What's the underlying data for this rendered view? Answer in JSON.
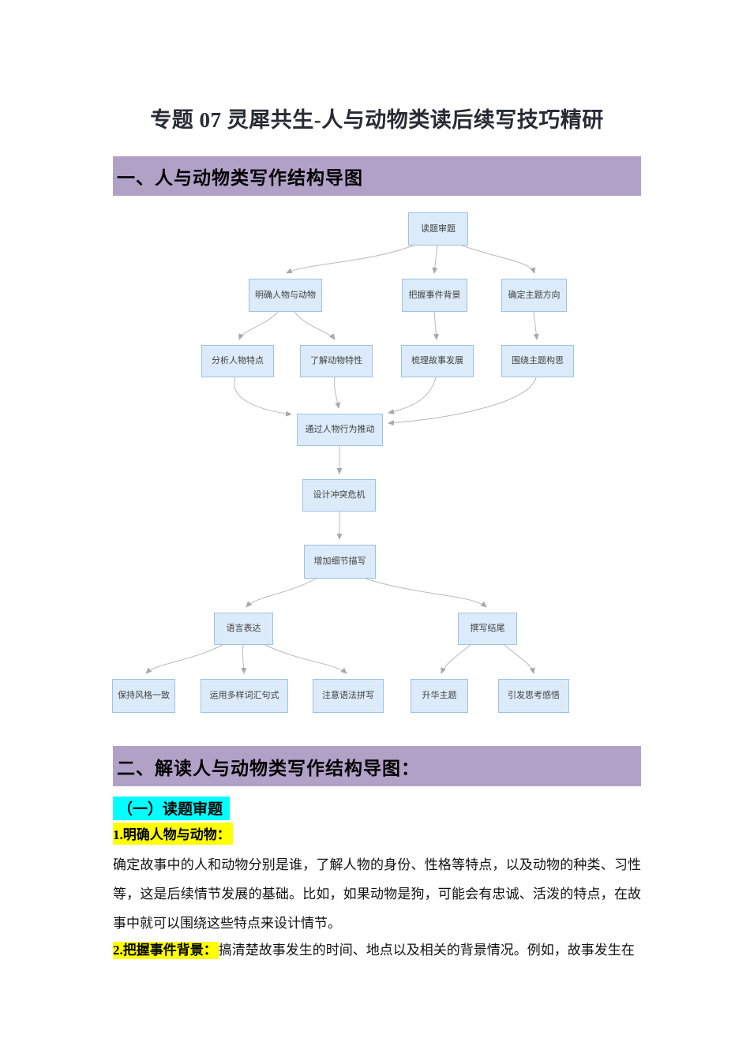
{
  "page": {
    "title": "专题 07 灵犀共生-人与动物类读后续写技巧精研"
  },
  "sections": [
    {
      "heading": "一、人与动物类写作结构导图"
    },
    {
      "heading": "二、解读人与动物类写作结构导图："
    }
  ],
  "diagram": {
    "nodes": {
      "read_question": {
        "label": "读题审题"
      },
      "identify_characters": {
        "label": "明确人物与动物"
      },
      "grasp_background": {
        "label": "把握事件背景"
      },
      "determine_theme": {
        "label": "确定主题方向"
      },
      "analyze_character": {
        "label": "分析人物特点"
      },
      "understand_animal": {
        "label": "了解动物特性"
      },
      "sort_story": {
        "label": "梳理故事发展"
      },
      "theme_conception": {
        "label": "围绕主题构思"
      },
      "drive_by_behavior": {
        "label": "通过人物行为推动"
      },
      "design_conflict": {
        "label": "设计冲突危机"
      },
      "add_details": {
        "label": "增加细节描写"
      },
      "language": {
        "label": "语言表达"
      },
      "write_ending": {
        "label": "撰写结尾"
      },
      "keep_style": {
        "label": "保持风格一致"
      },
      "varied_vocab": {
        "label": "运用多样词汇句式"
      },
      "grammar_spelling": {
        "label": "注意语法拼写"
      },
      "sublimate_theme": {
        "label": "升华主题"
      },
      "provoke_thought": {
        "label": "引发思考感悟"
      }
    },
    "edges": [
      [
        "read_question",
        "identify_characters"
      ],
      [
        "read_question",
        "grasp_background"
      ],
      [
        "read_question",
        "determine_theme"
      ],
      [
        "identify_characters",
        "analyze_character"
      ],
      [
        "identify_characters",
        "understand_animal"
      ],
      [
        "grasp_background",
        "sort_story"
      ],
      [
        "determine_theme",
        "theme_conception"
      ],
      [
        "analyze_character",
        "drive_by_behavior"
      ],
      [
        "understand_animal",
        "drive_by_behavior"
      ],
      [
        "sort_story",
        "drive_by_behavior"
      ],
      [
        "theme_conception",
        "drive_by_behavior"
      ],
      [
        "drive_by_behavior",
        "design_conflict"
      ],
      [
        "design_conflict",
        "add_details"
      ],
      [
        "add_details",
        "language"
      ],
      [
        "add_details",
        "write_ending"
      ],
      [
        "language",
        "keep_style"
      ],
      [
        "language",
        "varied_vocab"
      ],
      [
        "language",
        "grammar_spelling"
      ],
      [
        "write_ending",
        "sublimate_theme"
      ],
      [
        "write_ending",
        "provoke_thought"
      ]
    ]
  },
  "content": {
    "subheading": "（一）读题审题",
    "items": [
      {
        "label": "1.明确人物与动物：",
        "text": "确定故事中的人和动物分别是谁，了解人物的身份、性格等特点，以及动物的种类、习性等，这是后续情节发展的基础。比如，如果动物是狗，可能会有忠诚、活泼的特点，在故事中就可以围绕这些特点来设计情节。"
      },
      {
        "label": "2.把握事件背景：",
        "text": "搞清楚故事发生的时间、地点以及相关的背景情况。例如，故事发生在"
      }
    ]
  },
  "colors": {
    "banner": "#b2a1c7",
    "node_fill": "#dcebf9",
    "node_border": "#9cc2e5",
    "edge": "#b3b3b3",
    "highlight_cyan": "#00ffff",
    "highlight_yellow": "#ffff00"
  }
}
